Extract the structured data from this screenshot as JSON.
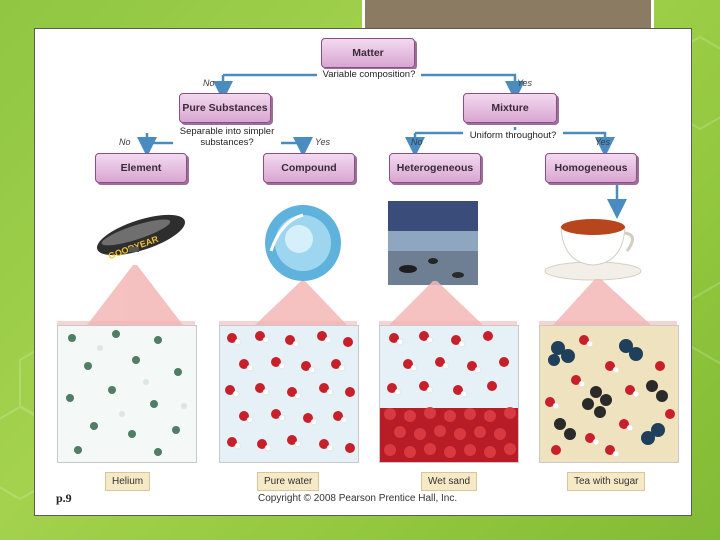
{
  "slide": {
    "page_number": "p.9",
    "copyright": "Copyright © 2008 Pearson Prentice Hall, Inc."
  },
  "flowchart": {
    "root": "Matter",
    "q1": "Variable composition?",
    "q1_no": "No",
    "q1_yes": "Yes",
    "pure": "Pure Substances",
    "mixture": "Mixture",
    "q2": "Separable into simpler substances?",
    "q2_no": "No",
    "q2_yes": "Yes",
    "q3": "Uniform throughout?",
    "q3_no": "No",
    "q3_yes": "Yes",
    "element": "Element",
    "compound": "Compound",
    "heterogeneous": "Heterogeneous",
    "homogeneous": "Homogeneous"
  },
  "examples": {
    "blimp_text": "GOODYEAR",
    "captions": [
      "Helium",
      "Pure water",
      "Wet sand",
      "Tea with sugar"
    ]
  },
  "colors": {
    "node_border": "#8c4c85",
    "arrow": "#4a8cc0",
    "background": "#9bcc45",
    "top_tab": "#8a7b62"
  }
}
